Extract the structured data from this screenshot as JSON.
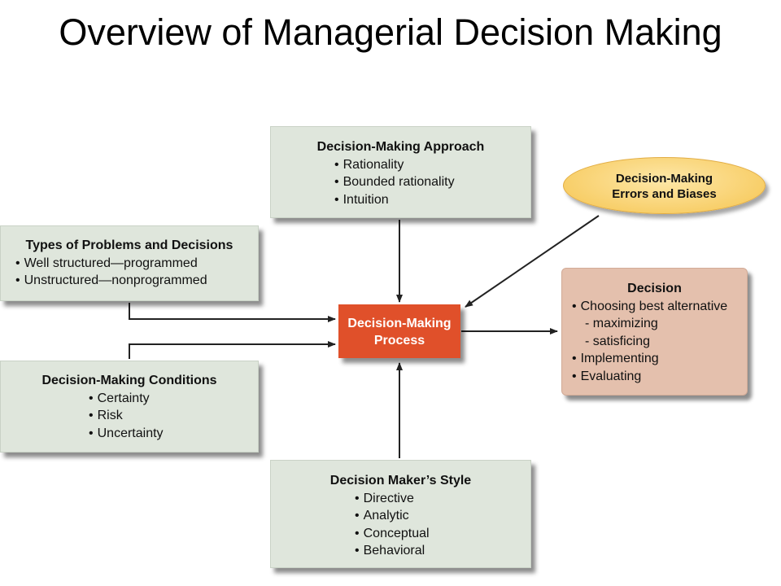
{
  "title": "Overview of Managerial Decision Making",
  "approach": {
    "heading": "Decision-Making Approach",
    "items": [
      "Rationality",
      "Bounded rationality",
      "Intuition"
    ]
  },
  "types": {
    "heading": "Types of Problems and Decisions",
    "items": [
      "Well structured—programmed",
      "Unstructured—nonprogrammed"
    ]
  },
  "conditions": {
    "heading": "Decision-Making Conditions",
    "items": [
      "Certainty",
      "Risk",
      "Uncertainty"
    ]
  },
  "style": {
    "heading": "Decision Maker’s Style",
    "items": [
      "Directive",
      "Analytic",
      "Conceptual",
      "Behavioral"
    ]
  },
  "process": {
    "line1": "Decision-Making",
    "line2": "Process"
  },
  "errors": {
    "line1": "Decision-Making",
    "line2": "Errors and Biases"
  },
  "decision": {
    "heading": "Decision",
    "items": [
      "Choosing best alternative",
      "- maximizing",
      "- satisficing",
      "Implementing",
      "Evaluating"
    ]
  },
  "colors": {
    "green_box": "#dfe6dc",
    "process_box": "#e0502a",
    "decision_box": "#e4c0ad",
    "errors_ellipse": "#f8cf6a"
  }
}
